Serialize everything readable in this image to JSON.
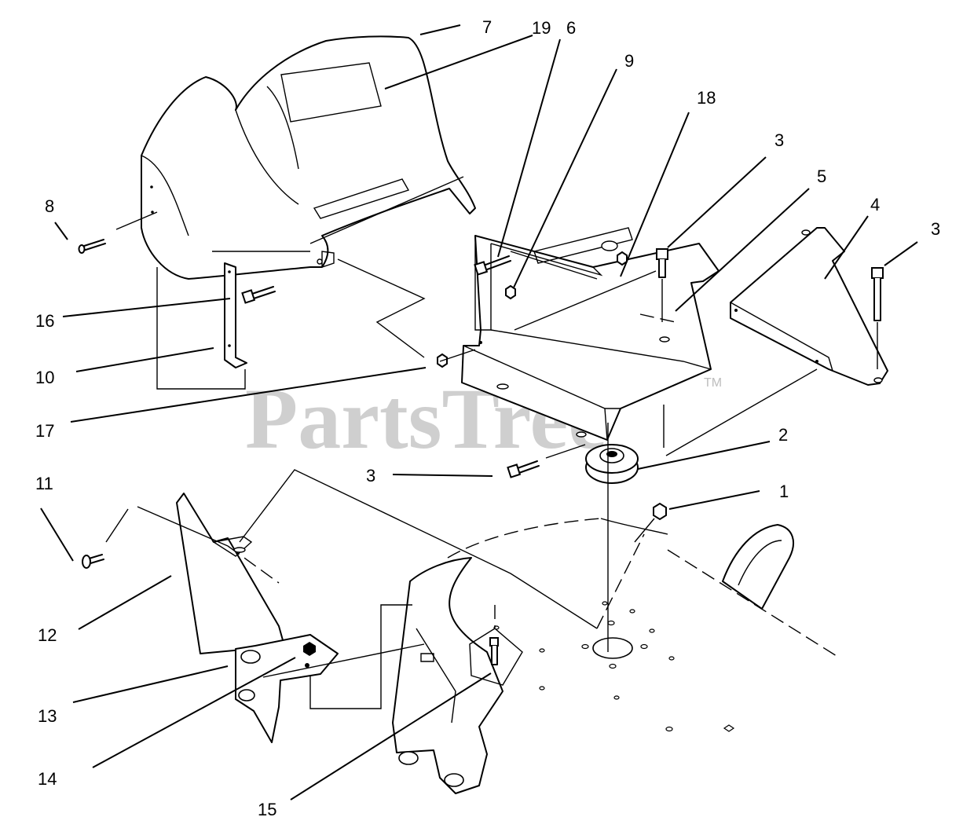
{
  "watermark": {
    "text": "PartsTree",
    "tm": "TM"
  },
  "callouts": {
    "c1": "1",
    "c2": "2",
    "c3a": "3",
    "c3b": "3",
    "c3c": "3",
    "c4": "4",
    "c5": "5",
    "c6": "6",
    "c7": "7",
    "c8": "8",
    "c9": "9",
    "c10": "10",
    "c11": "11",
    "c12": "12",
    "c13": "13",
    "c14": "14",
    "c15": "15",
    "c16": "16",
    "c17": "17",
    "c18": "18",
    "c19": "19"
  }
}
